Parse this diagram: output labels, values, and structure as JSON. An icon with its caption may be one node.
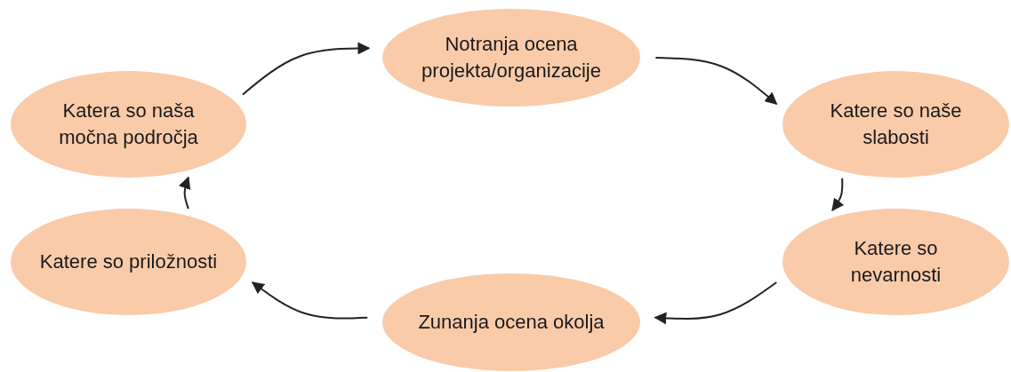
{
  "diagram": {
    "nodes": [
      {
        "text": [
          "Notranja ocena projekta/organizacije"
        ]
      },
      {
        "text": [
          "Katera so naša močna področja"
        ]
      },
      {
        "text": [
          "Katere so naše slabosti"
        ]
      },
      {
        "text": [
          "Katere so priložnosti"
        ]
      },
      {
        "text": [
          "Katere so nevarnosti"
        ]
      },
      {
        "text": [
          "Zunanja ocena okolja"
        ]
      }
    ],
    "edges": [
      {
        "from": 1,
        "to": 0,
        "arrow": "to"
      },
      {
        "from": 0,
        "to": 2,
        "arrow": "to"
      },
      {
        "from": 2,
        "to": 4,
        "arrow": "to"
      },
      {
        "from": 4,
        "to": 5,
        "arrow": "to"
      },
      {
        "from": 5,
        "to": 3,
        "arrow": "to"
      },
      {
        "from": 3,
        "to": 1,
        "arrow": "to"
      }
    ]
  }
}
